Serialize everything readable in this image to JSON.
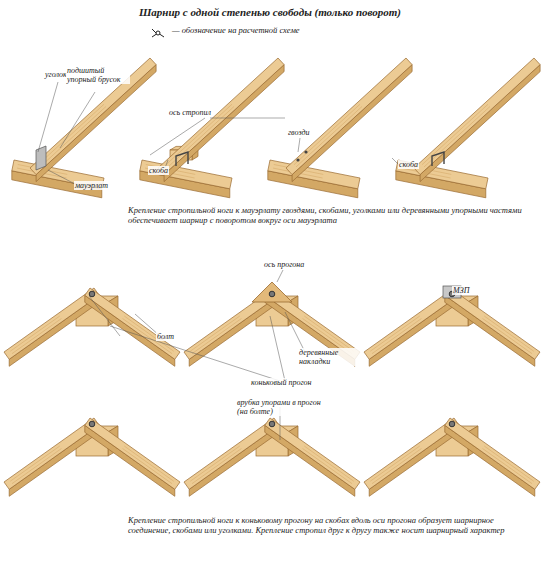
{
  "diagram": {
    "title": "Шарнир с одной степенью свободы (только поворот)",
    "caption": "Крепление стропильной ноги к коньковому прогону на скобах вдоль оси прогона образует шарнирное соединение, скобами или уголками. Крепление стропил друг к другу также носит шарнирный характер",
    "labels": [
      "уголок",
      "подшитый упорный брусок",
      "ось стропил",
      "мауэрлат",
      "скоба",
      "гвозди",
      "скоба",
      "Крепление стропильной ноги к мауэрлату гвоздями, скобами, уголками или деревянными упорными частями обеспечивает шарнир с поворотом вокруг оси мауэрлата",
      "ось прогона",
      "МЗП",
      "болт",
      "деревянные накладки",
      "коньковый прогон",
      "врубка упорами в прогон (на болте)"
    ],
    "legend": [
      {
        "text": "— обозначение на расчетной схеме"
      }
    ]
  }
}
